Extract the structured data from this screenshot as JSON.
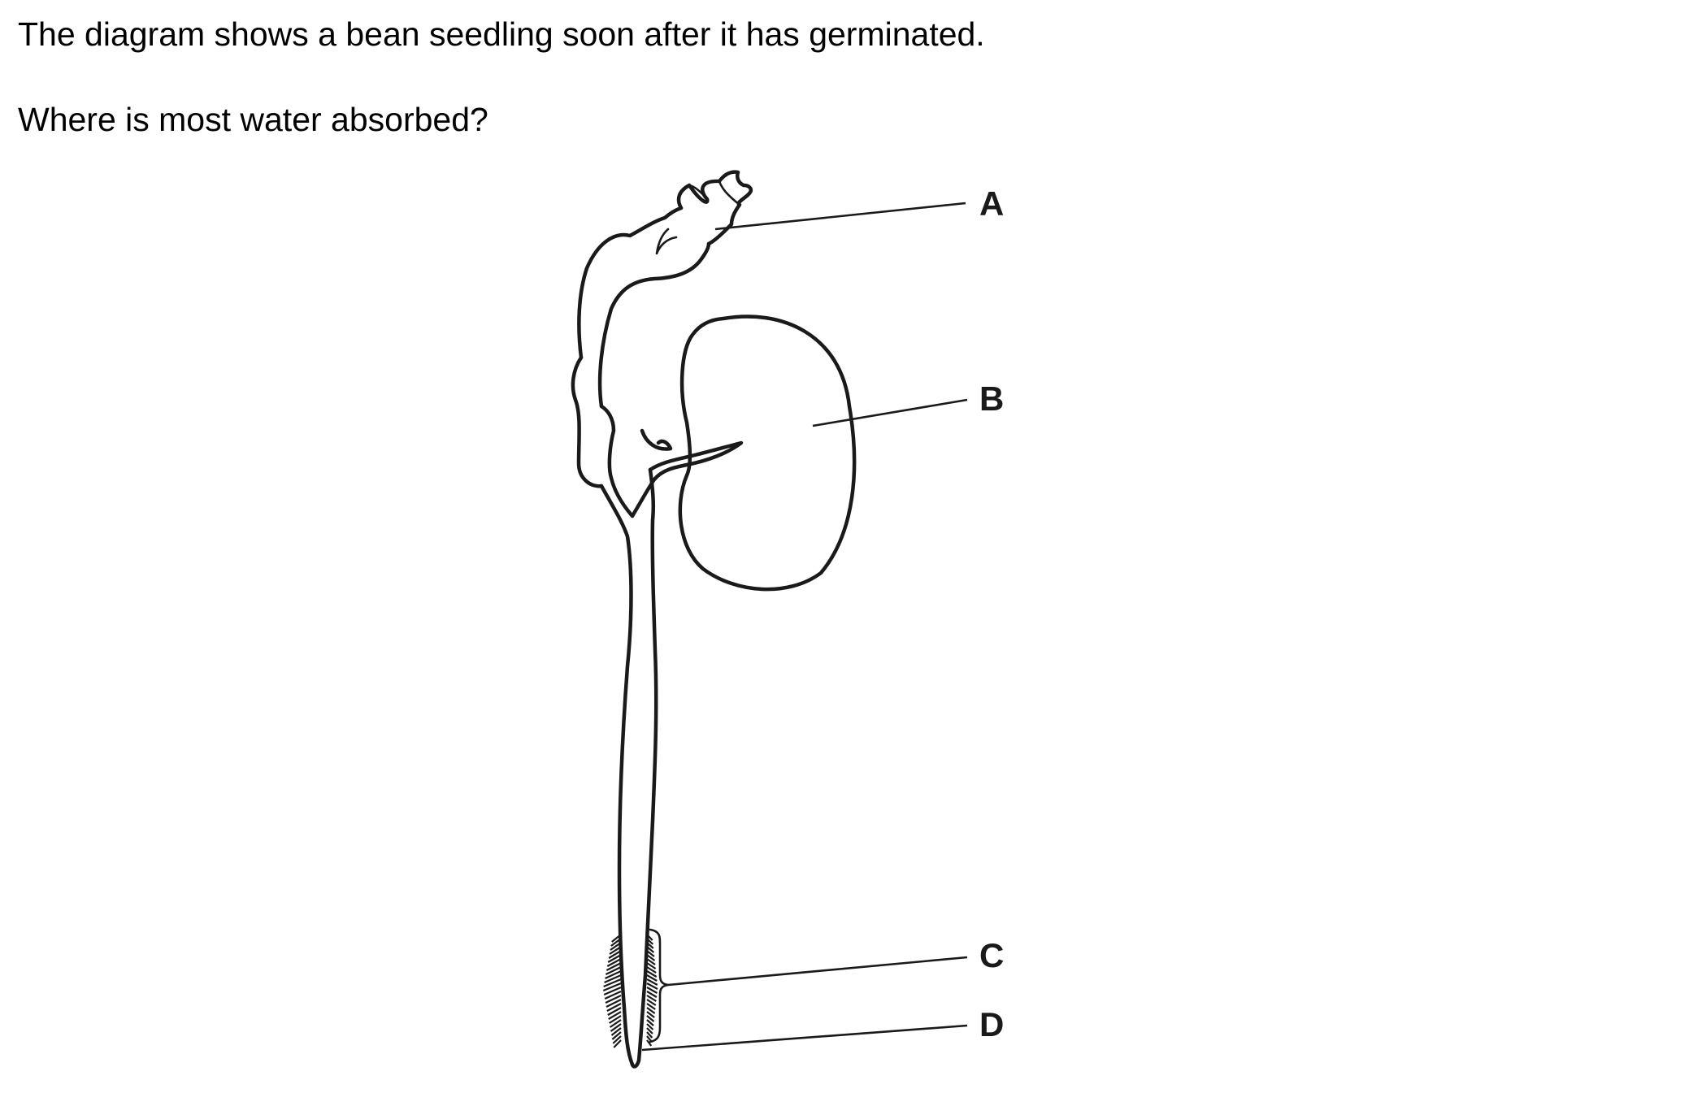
{
  "question": {
    "line1": "The diagram shows a bean seedling soon after it has germinated.",
    "line2": "Where is most water absorbed?"
  },
  "diagram": {
    "labels": {
      "a": "A",
      "b": "B",
      "c": "C",
      "d": "D"
    }
  }
}
